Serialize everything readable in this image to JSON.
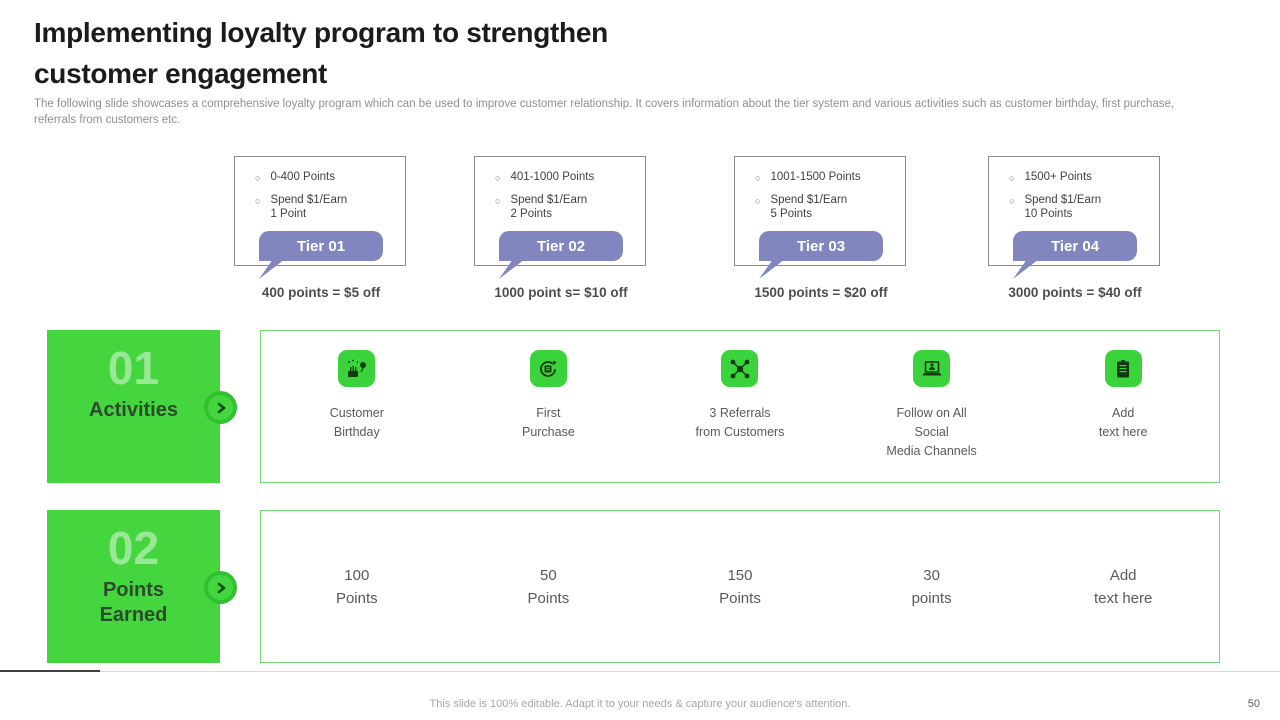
{
  "slide": {
    "title": "Implementing loyalty program to strengthen\ncustomer engagement",
    "description": "The following slide showcases a comprehensive loyalty program which can be used to improve customer relationship. It covers information about the tier system and various activities such as customer birthday, first purchase,\nreferrals from customers etc.",
    "footer_note": "This slide is 100% editable. Adapt it to your needs & capture your audience's attention.",
    "page_number": "50"
  },
  "colors": {
    "green_box": "#45d63f",
    "green_tile": "#3bd33b",
    "green_border": "#72da72",
    "purple_tab": "#8187be",
    "title_text": "#1b1b1b",
    "body_text": "#595959",
    "footer_text": "#a6a6a6"
  },
  "tiers": [
    {
      "label": "Tier 01",
      "bullet1": "0-400 Points",
      "bullet2": "Spend $1/Earn\n1 Point",
      "reward": "400 points = $5 off"
    },
    {
      "label": "Tier 02",
      "bullet1": "401-1000 Points",
      "bullet2": "Spend $1/Earn\n2 Points",
      "reward": "1000 point s= $10 off"
    },
    {
      "label": "Tier 03",
      "bullet1": "1001-1500 Points",
      "bullet2": "Spend $1/Earn\n5 Points",
      "reward": "1500 points = $20 off"
    },
    {
      "label": "Tier 04",
      "bullet1": "1500+ Points",
      "bullet2": "Spend $1/Earn\n10 Points",
      "reward": "3000 points = $40 off"
    }
  ],
  "sections": [
    {
      "number": "01",
      "title": "Activities"
    },
    {
      "number": "02",
      "title": "Points\nEarned"
    }
  ],
  "activities": [
    {
      "icon": "birthday-cake-icon",
      "label": "Customer\nBirthday"
    },
    {
      "icon": "repeat-purchase-icon",
      "label": "First\nPurchase"
    },
    {
      "icon": "referral-network-icon",
      "label": "3 Referrals\nfrom Customers"
    },
    {
      "icon": "social-media-laptop-icon",
      "label": "Follow on All\nSocial\nMedia Channels"
    },
    {
      "icon": "clipboard-icon",
      "label": "Add\ntext here"
    }
  ],
  "points_earned": [
    {
      "label": "100\nPoints"
    },
    {
      "label": "50\nPoints"
    },
    {
      "label": "150\nPoints"
    },
    {
      "label": "30\npoints"
    },
    {
      "label": "Add\ntext here"
    }
  ]
}
